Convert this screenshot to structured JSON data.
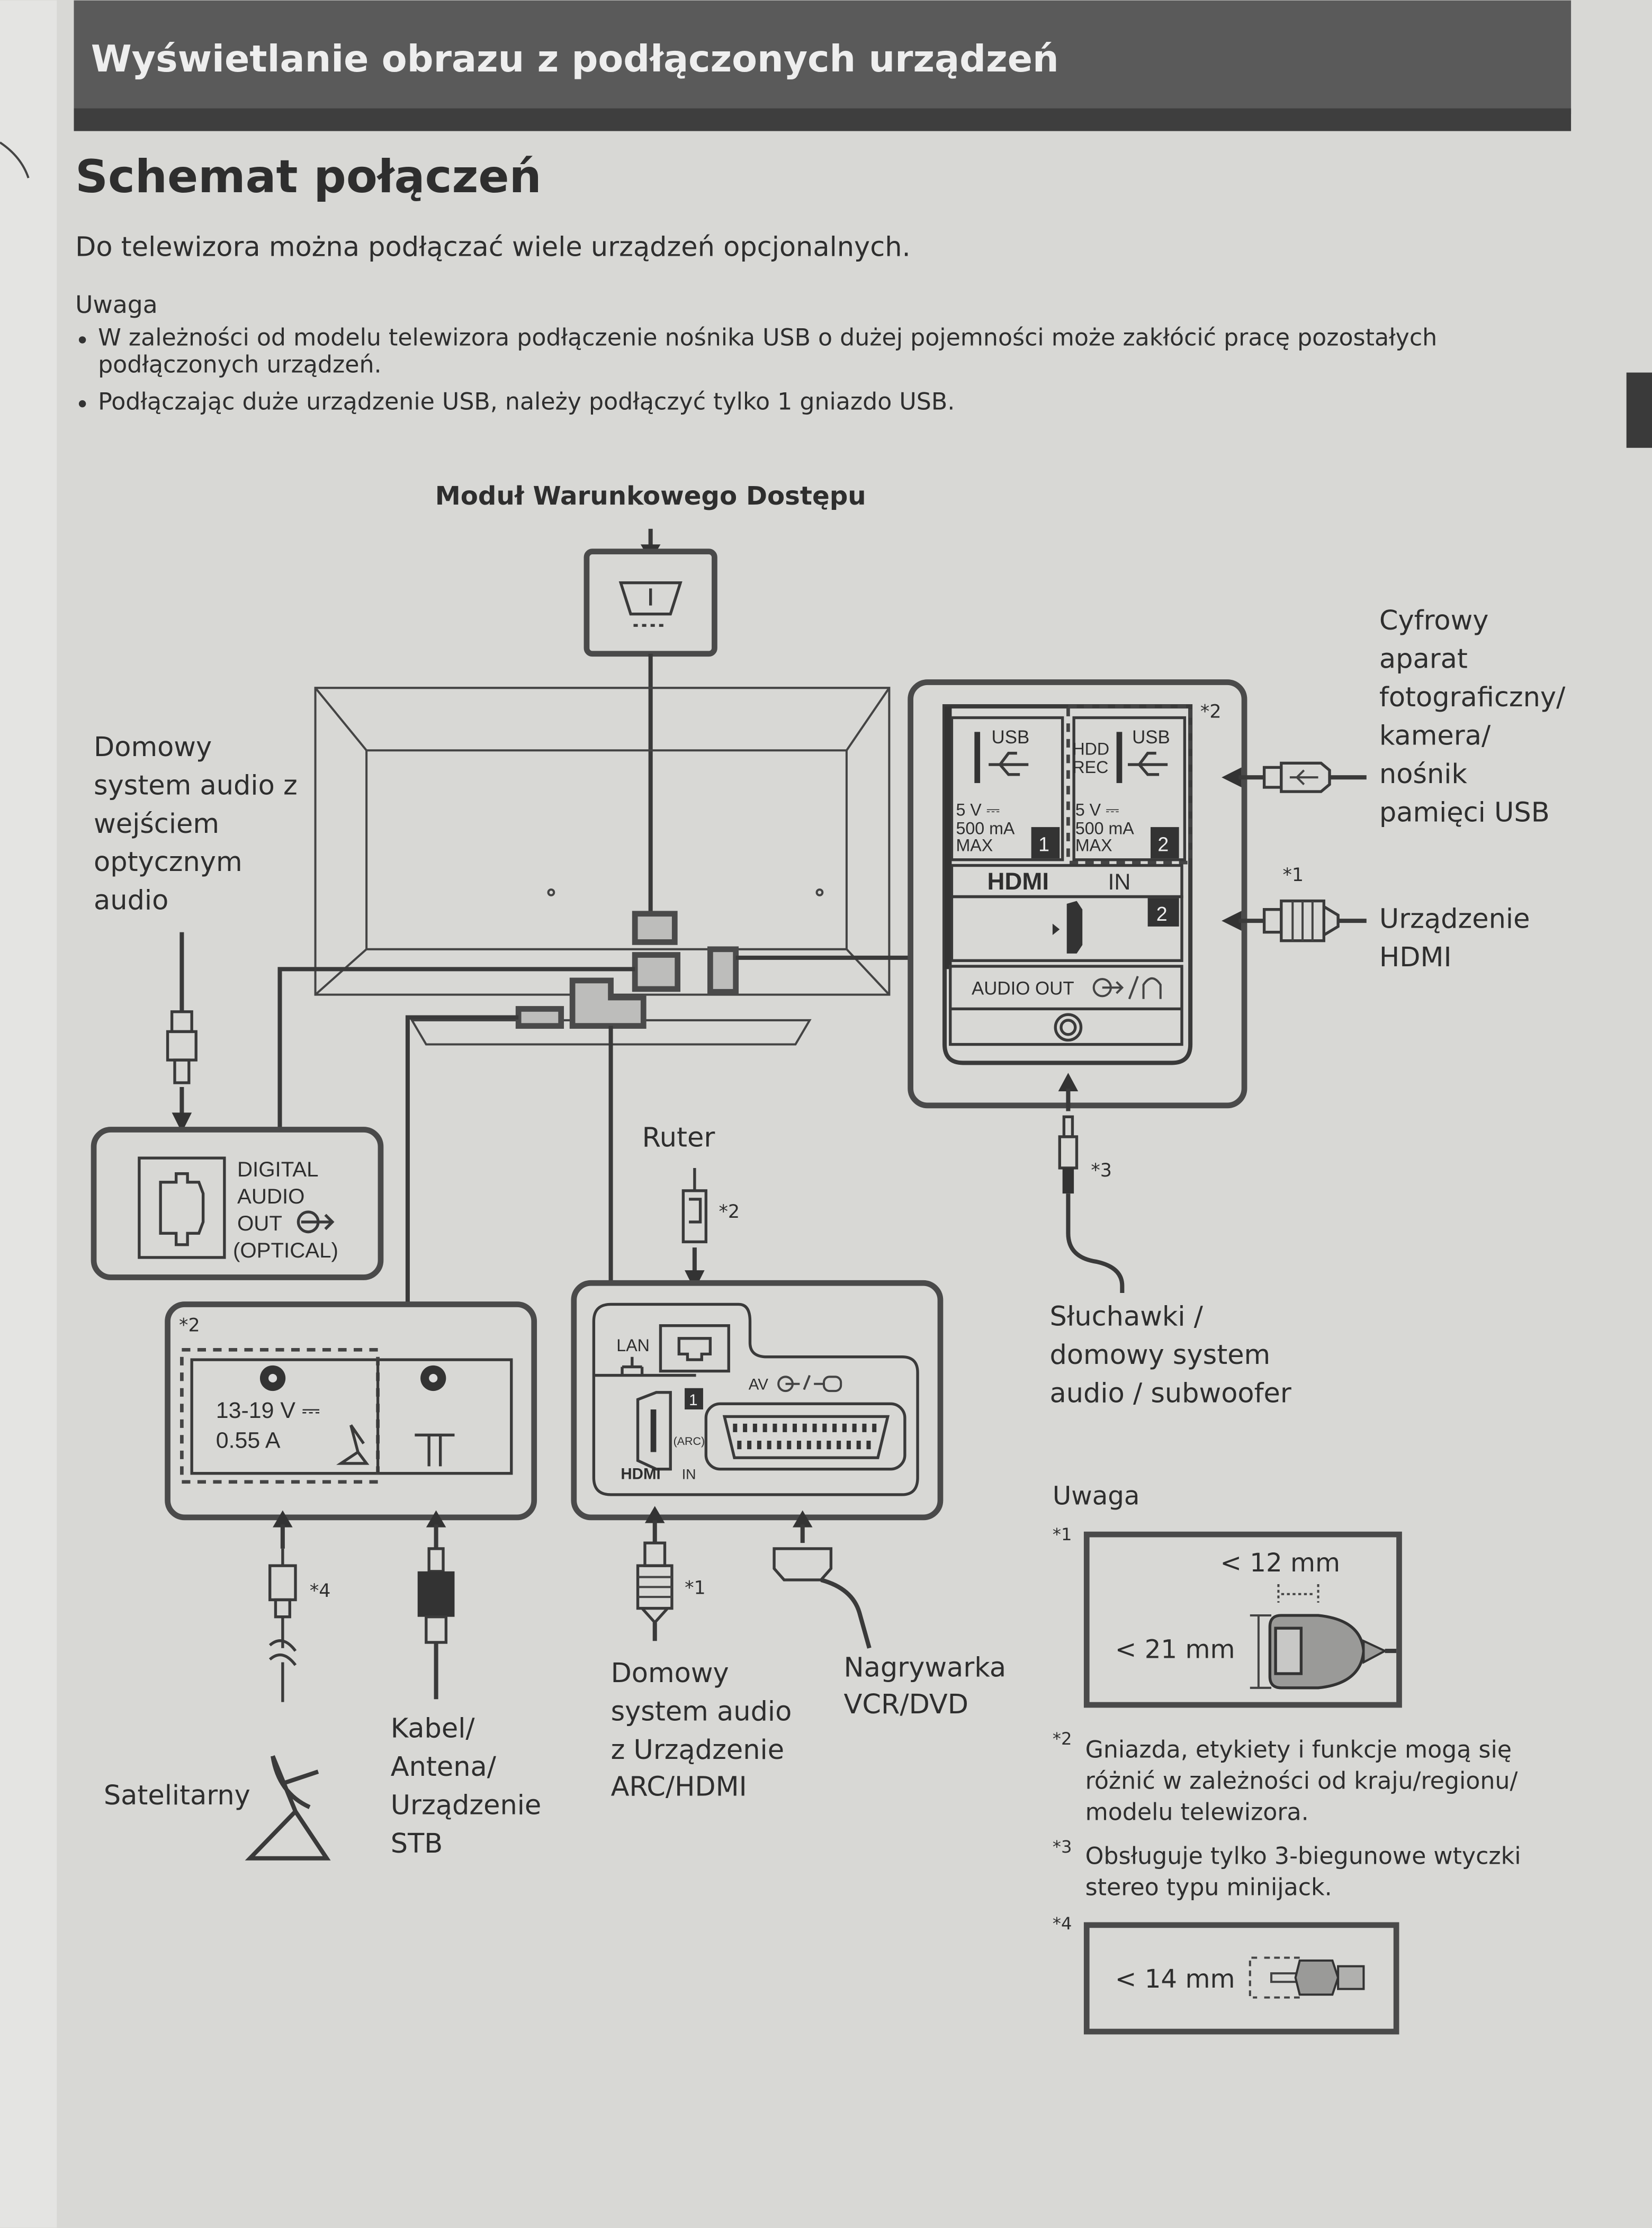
{
  "header": {
    "title": "Wyświetlanie obrazu z podłączonych urządzeń"
  },
  "section": {
    "title": "Schemat połączeń",
    "intro": "Do telewizora można podłączać wiele urządzeń opcjonalnych.",
    "note_title": "Uwaga",
    "bullets": [
      "W zależności od modelu telewizora podłączenie nośnika USB o dużej pojemności może zakłócić pracę pozostałych",
      "podłączonych urządzeń.",
      "Podłączając duże urządzenie USB, należy podłączyć tylko 1 gniazdo USB."
    ]
  },
  "diagram": {
    "cam_label": "Moduł Warunkowego Dostępu",
    "optical_device": [
      "Domowy",
      "system audio z",
      "wejściem",
      "optycznym",
      "audio"
    ],
    "optical_port": [
      "DIGITAL",
      "AUDIO",
      "OUT",
      "(OPTICAL)"
    ],
    "usb_device": [
      "Cyfrowy",
      "aparat",
      "fotograficzny/",
      "kamera/",
      "nośnik",
      "pamięci USB"
    ],
    "hdmi_device": [
      "Urządzenie",
      "HDMI"
    ],
    "side_panel": {
      "usb1": {
        "label": "USB",
        "power": "5 V ⎓",
        "current": "500 mA",
        "max": "MAX",
        "number": "1"
      },
      "usb2": {
        "label": "USB",
        "hdd": "HDD",
        "rec": "REC",
        "power": "5 V ⎓",
        "current": "500 mA",
        "max": "MAX",
        "number": "2"
      },
      "hdmi_label": "HDMI",
      "hdmi_in": "IN",
      "hdmi_number": "2",
      "audio_out": "AUDIO OUT"
    },
    "headphones_device": [
      "Słuchawki /",
      "domowy system",
      "audio / subwoofer"
    ],
    "router_label": "Ruter",
    "antenna_panel": {
      "voltage": "13-19 V ⎓",
      "current": "0.55 A"
    },
    "rear_panel": {
      "lan": "LAN",
      "av": "AV",
      "hdmi_label": "HDMI",
      "hdmi_in": "IN",
      "arc": "(ARC)",
      "hdmi_number": "1"
    },
    "satellite_label": "Satelitarny",
    "cable_device": [
      "Kabel/",
      "Antena/",
      "Urządzenie",
      "STB"
    ],
    "arc_device": [
      "Domowy",
      "system audio",
      "z Urządzenie",
      "ARC/HDMI"
    ],
    "recorder_device": [
      "Nagrywarka",
      "VCR/DVD"
    ],
    "marks": {
      "n1": "*1",
      "n2": "*2",
      "n3": "*3",
      "n4": "*4"
    }
  },
  "notes": {
    "title": "Uwaga",
    "n1_width": "< 12 mm",
    "n1_height": "< 21 mm",
    "n2": [
      "Gniazda, etykiety i funkcje mogą się",
      "różnić w zależności od kraju/regionu/",
      "modelu telewizora."
    ],
    "n3": [
      "Obsługuje tylko 3-biegunowe wtyczki",
      "stereo typu minijack."
    ],
    "n4_size": "< 14 mm"
  },
  "colors": {
    "paper": "#d8d8d5",
    "header_bar": "#555555",
    "ink": "#2e2e2e"
  }
}
